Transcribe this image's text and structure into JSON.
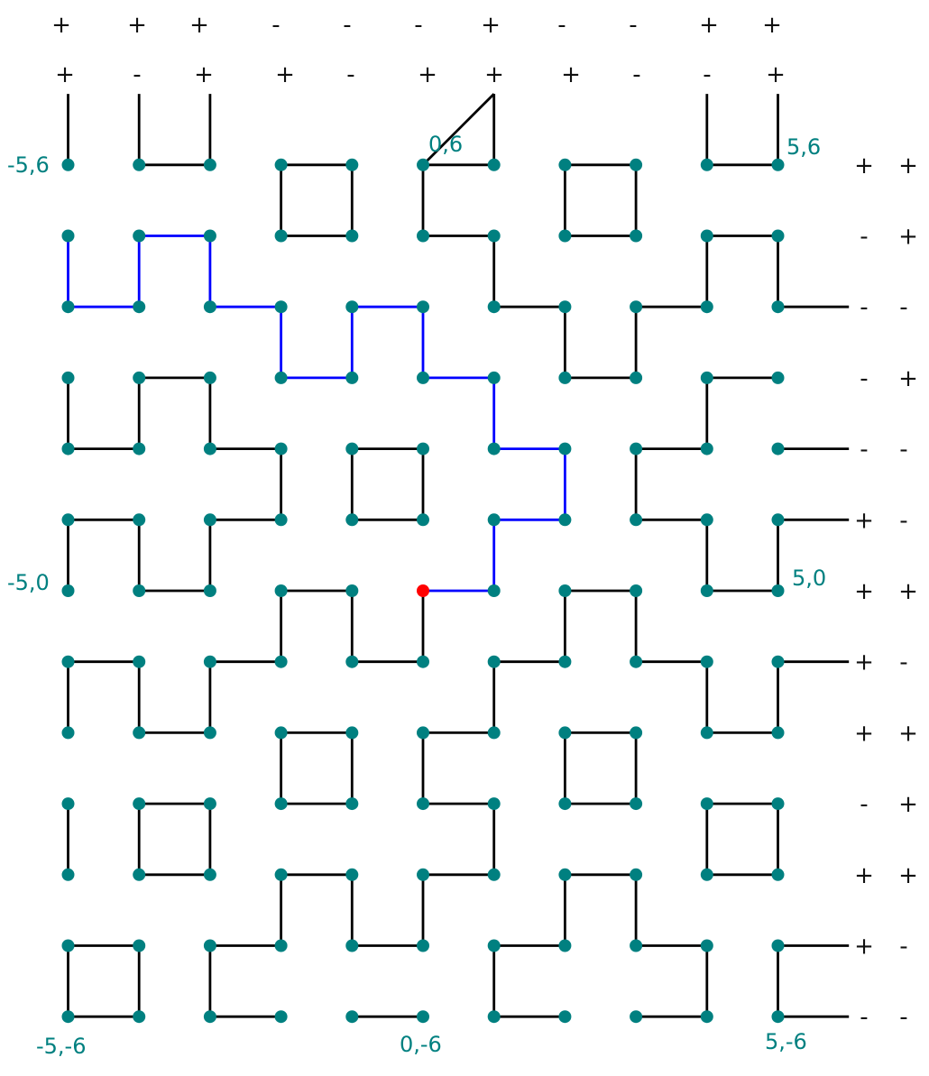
{
  "colors": {
    "node": "#008080",
    "edge": "#000000",
    "path": "#0000ff",
    "start": "#ff0000",
    "label": "#008080",
    "sign": "#111111"
  },
  "top_signs": {
    "row1": [
      "+",
      "+",
      "+",
      "-",
      "-",
      "-",
      "+",
      "-",
      "-",
      "+",
      "+"
    ],
    "row2": [
      "+",
      "-",
      "+",
      "+",
      "-",
      "+",
      "+",
      "+",
      "-",
      "-",
      "+"
    ]
  },
  "right_signs": [
    [
      "+",
      "+"
    ],
    [
      "-",
      "+"
    ],
    [
      "-",
      "-"
    ],
    [
      "-",
      "+"
    ],
    [
      "-",
      "-"
    ],
    [
      "+",
      "-"
    ],
    [
      "+",
      "+"
    ],
    [
      "+",
      "-"
    ],
    [
      "+",
      "+"
    ],
    [
      "-",
      "+"
    ],
    [
      "+",
      "+"
    ],
    [
      "+",
      "-"
    ],
    [
      "-",
      "-"
    ]
  ],
  "corner_labels": [
    {
      "text": "-5,6",
      "x": -5,
      "y": 6
    },
    {
      "text": "0,6",
      "x": 0,
      "y": 6
    },
    {
      "text": "5,6",
      "x": 5,
      "y": 6
    },
    {
      "text": "-5,0",
      "x": -5,
      "y": 0
    },
    {
      "text": "5,0",
      "x": 5,
      "y": 0
    },
    {
      "text": "-5,-6",
      "x": -5,
      "y": -6
    },
    {
      "text": "0,-6",
      "x": 0,
      "y": -6
    },
    {
      "text": "5,-6",
      "x": 5,
      "y": -6
    }
  ],
  "grid": {
    "x_range": [
      -5,
      5
    ],
    "y_range": [
      -6,
      6
    ]
  },
  "start_point": [
    0,
    0
  ],
  "path": [
    [
      0,
      0
    ],
    [
      1,
      0
    ],
    [
      1,
      1
    ],
    [
      2,
      1
    ],
    [
      2,
      2
    ],
    [
      1,
      2
    ],
    [
      1,
      3
    ],
    [
      0,
      3
    ],
    [
      0,
      4
    ],
    [
      -1,
      4
    ],
    [
      -1,
      3
    ],
    [
      -2,
      3
    ],
    [
      -2,
      4
    ],
    [
      -3,
      4
    ],
    [
      -3,
      5
    ],
    [
      -4,
      5
    ],
    [
      -4,
      4
    ],
    [
      -5,
      4
    ],
    [
      -5,
      5
    ]
  ],
  "edges": [
    [
      [
        -5,
        6
      ],
      [
        -5,
        7
      ]
    ],
    [
      [
        -4,
        6
      ],
      [
        -4,
        7
      ]
    ],
    [
      [
        -3,
        6
      ],
      [
        -3,
        7
      ]
    ],
    [
      [
        0,
        6
      ],
      [
        1,
        7
      ]
    ],
    [
      [
        4,
        6
      ],
      [
        4,
        7
      ]
    ],
    [
      [
        5,
        6
      ],
      [
        5,
        7
      ]
    ],
    [
      [
        -4,
        6
      ],
      [
        -3,
        6
      ]
    ],
    [
      [
        -2,
        6
      ],
      [
        -1,
        6
      ]
    ],
    [
      [
        -2,
        6
      ],
      [
        -2,
        5
      ]
    ],
    [
      [
        -1,
        6
      ],
      [
        -1,
        5
      ]
    ],
    [
      [
        -2,
        5
      ],
      [
        -1,
        5
      ]
    ],
    [
      [
        0,
        6
      ],
      [
        1,
        6
      ]
    ],
    [
      [
        0,
        6
      ],
      [
        0,
        5
      ]
    ],
    [
      [
        0,
        5
      ],
      [
        1,
        5
      ]
    ],
    [
      [
        1,
        6
      ],
      [
        1,
        7
      ]
    ],
    [
      [
        2,
        6
      ],
      [
        3,
        6
      ]
    ],
    [
      [
        2,
        6
      ],
      [
        2,
        5
      ]
    ],
    [
      [
        3,
        6
      ],
      [
        3,
        5
      ]
    ],
    [
      [
        2,
        5
      ],
      [
        3,
        5
      ]
    ],
    [
      [
        4,
        6
      ],
      [
        5,
        6
      ]
    ],
    [
      [
        4,
        5
      ],
      [
        5,
        5
      ]
    ],
    [
      [
        4,
        5
      ],
      [
        4,
        4
      ]
    ],
    [
      [
        5,
        5
      ],
      [
        5,
        4
      ]
    ],
    [
      [
        3,
        4
      ],
      [
        4,
        4
      ]
    ],
    [
      [
        5,
        4
      ],
      [
        6,
        4
      ]
    ],
    [
      [
        1,
        5
      ],
      [
        1,
        4
      ]
    ],
    [
      [
        1,
        4
      ],
      [
        2,
        4
      ]
    ],
    [
      [
        2,
        4
      ],
      [
        2,
        3
      ]
    ],
    [
      [
        2,
        3
      ],
      [
        3,
        3
      ]
    ],
    [
      [
        3,
        3
      ],
      [
        3,
        4
      ]
    ],
    [
      [
        -5,
        3
      ],
      [
        -5,
        2
      ]
    ],
    [
      [
        -5,
        2
      ],
      [
        -4,
        2
      ]
    ],
    [
      [
        -4,
        3
      ],
      [
        -3,
        3
      ]
    ],
    [
      [
        -4,
        3
      ],
      [
        -4,
        2
      ]
    ],
    [
      [
        -3,
        3
      ],
      [
        -3,
        2
      ]
    ],
    [
      [
        -3,
        2
      ],
      [
        -2,
        2
      ]
    ],
    [
      [
        -2,
        2
      ],
      [
        -2,
        1
      ]
    ],
    [
      [
        -1,
        2
      ],
      [
        0,
        2
      ]
    ],
    [
      [
        -1,
        2
      ],
      [
        -1,
        1
      ]
    ],
    [
      [
        0,
        2
      ],
      [
        0,
        1
      ]
    ],
    [
      [
        -1,
        1
      ],
      [
        0,
        1
      ]
    ],
    [
      [
        4,
        3
      ],
      [
        5,
        3
      ]
    ],
    [
      [
        4,
        3
      ],
      [
        4,
        2
      ]
    ],
    [
      [
        3,
        2
      ],
      [
        4,
        2
      ]
    ],
    [
      [
        3,
        2
      ],
      [
        3,
        1
      ]
    ],
    [
      [
        3,
        1
      ],
      [
        4,
        1
      ]
    ],
    [
      [
        5,
        2
      ],
      [
        6,
        2
      ]
    ],
    [
      [
        -5,
        1
      ],
      [
        -4,
        1
      ]
    ],
    [
      [
        -5,
        1
      ],
      [
        -5,
        0
      ]
    ],
    [
      [
        -4,
        1
      ],
      [
        -4,
        0
      ]
    ],
    [
      [
        -4,
        0
      ],
      [
        -3,
        0
      ]
    ],
    [
      [
        -3,
        0
      ],
      [
        -3,
        1
      ]
    ],
    [
      [
        -3,
        1
      ],
      [
        -2,
        1
      ]
    ],
    [
      [
        4,
        1
      ],
      [
        4,
        0
      ]
    ],
    [
      [
        4,
        0
      ],
      [
        5,
        0
      ]
    ],
    [
      [
        5,
        0
      ],
      [
        5,
        1
      ]
    ],
    [
      [
        5,
        1
      ],
      [
        6,
        1
      ]
    ],
    [
      [
        -2,
        0
      ],
      [
        -1,
        0
      ]
    ],
    [
      [
        -2,
        0
      ],
      [
        -2,
        -1
      ]
    ],
    [
      [
        -1,
        0
      ],
      [
        -1,
        -1
      ]
    ],
    [
      [
        -1,
        -1
      ],
      [
        0,
        -1
      ]
    ],
    [
      [
        0,
        -1
      ],
      [
        0,
        0
      ]
    ],
    [
      [
        2,
        0
      ],
      [
        3,
        0
      ]
    ],
    [
      [
        2,
        0
      ],
      [
        2,
        -1
      ]
    ],
    [
      [
        1,
        -1
      ],
      [
        2,
        -1
      ]
    ],
    [
      [
        1,
        -1
      ],
      [
        1,
        -2
      ]
    ],
    [
      [
        0,
        -2
      ],
      [
        1,
        -2
      ]
    ],
    [
      [
        3,
        0
      ],
      [
        3,
        -1
      ]
    ],
    [
      [
        3,
        -1
      ],
      [
        4,
        -1
      ]
    ],
    [
      [
        -5,
        -1
      ],
      [
        -4,
        -1
      ]
    ],
    [
      [
        -5,
        -1
      ],
      [
        -5,
        -2
      ]
    ],
    [
      [
        -4,
        -1
      ],
      [
        -4,
        -2
      ]
    ],
    [
      [
        -4,
        -2
      ],
      [
        -3,
        -2
      ]
    ],
    [
      [
        -3,
        -2
      ],
      [
        -3,
        -1
      ]
    ],
    [
      [
        -3,
        -1
      ],
      [
        -2,
        -1
      ]
    ],
    [
      [
        4,
        -1
      ],
      [
        4,
        -2
      ]
    ],
    [
      [
        4,
        -2
      ],
      [
        5,
        -2
      ]
    ],
    [
      [
        5,
        -2
      ],
      [
        5,
        -1
      ]
    ],
    [
      [
        5,
        -1
      ],
      [
        6,
        -1
      ]
    ],
    [
      [
        -2,
        -2
      ],
      [
        -1,
        -2
      ]
    ],
    [
      [
        -2,
        -2
      ],
      [
        -2,
        -3
      ]
    ],
    [
      [
        -1,
        -2
      ],
      [
        -1,
        -3
      ]
    ],
    [
      [
        -2,
        -3
      ],
      [
        -1,
        -3
      ]
    ],
    [
      [
        0,
        -2
      ],
      [
        0,
        -3
      ]
    ],
    [
      [
        0,
        -3
      ],
      [
        1,
        -3
      ]
    ],
    [
      [
        1,
        -3
      ],
      [
        1,
        -4
      ]
    ],
    [
      [
        0,
        -4
      ],
      [
        1,
        -4
      ]
    ],
    [
      [
        2,
        -2
      ],
      [
        3,
        -2
      ]
    ],
    [
      [
        2,
        -2
      ],
      [
        2,
        -3
      ]
    ],
    [
      [
        3,
        -2
      ],
      [
        3,
        -3
      ]
    ],
    [
      [
        2,
        -3
      ],
      [
        3,
        -3
      ]
    ],
    [
      [
        -5,
        -3
      ],
      [
        -5,
        -4
      ]
    ],
    [
      [
        -4,
        -3
      ],
      [
        -3,
        -3
      ]
    ],
    [
      [
        -4,
        -3
      ],
      [
        -4,
        -4
      ]
    ],
    [
      [
        -3,
        -3
      ],
      [
        -3,
        -4
      ]
    ],
    [
      [
        -4,
        -4
      ],
      [
        -3,
        -4
      ]
    ],
    [
      [
        4,
        -3
      ],
      [
        5,
        -3
      ]
    ],
    [
      [
        4,
        -3
      ],
      [
        4,
        -4
      ]
    ],
    [
      [
        5,
        -3
      ],
      [
        5,
        -4
      ]
    ],
    [
      [
        4,
        -4
      ],
      [
        5,
        -4
      ]
    ],
    [
      [
        -2,
        -4
      ],
      [
        -1,
        -4
      ]
    ],
    [
      [
        -2,
        -4
      ],
      [
        -2,
        -5
      ]
    ],
    [
      [
        -3,
        -5
      ],
      [
        -2,
        -5
      ]
    ],
    [
      [
        -1,
        -4
      ],
      [
        -1,
        -5
      ]
    ],
    [
      [
        -1,
        -5
      ],
      [
        0,
        -5
      ]
    ],
    [
      [
        0,
        -5
      ],
      [
        0,
        -4
      ]
    ],
    [
      [
        2,
        -4
      ],
      [
        3,
        -4
      ]
    ],
    [
      [
        2,
        -4
      ],
      [
        2,
        -5
      ]
    ],
    [
      [
        1,
        -5
      ],
      [
        2,
        -5
      ]
    ],
    [
      [
        3,
        -4
      ],
      [
        3,
        -5
      ]
    ],
    [
      [
        3,
        -5
      ],
      [
        4,
        -5
      ]
    ],
    [
      [
        4,
        -5
      ],
      [
        4,
        -6
      ]
    ],
    [
      [
        3,
        -6
      ],
      [
        4,
        -6
      ]
    ],
    [
      [
        -5,
        -5
      ],
      [
        -4,
        -5
      ]
    ],
    [
      [
        -5,
        -5
      ],
      [
        -5,
        -6
      ]
    ],
    [
      [
        -4,
        -5
      ],
      [
        -4,
        -6
      ]
    ],
    [
      [
        -5,
        -6
      ],
      [
        -4,
        -6
      ]
    ],
    [
      [
        -3,
        -5
      ],
      [
        -3,
        -6
      ]
    ],
    [
      [
        -3,
        -6
      ],
      [
        -2,
        -6
      ]
    ],
    [
      [
        -1,
        -6
      ],
      [
        0,
        -6
      ]
    ],
    [
      [
        1,
        -5
      ],
      [
        1,
        -6
      ]
    ],
    [
      [
        1,
        -6
      ],
      [
        2,
        -6
      ]
    ],
    [
      [
        5,
        -5
      ],
      [
        6,
        -5
      ]
    ],
    [
      [
        5,
        -5
      ],
      [
        5,
        -6
      ]
    ],
    [
      [
        5,
        -6
      ],
      [
        6,
        -6
      ]
    ]
  ]
}
